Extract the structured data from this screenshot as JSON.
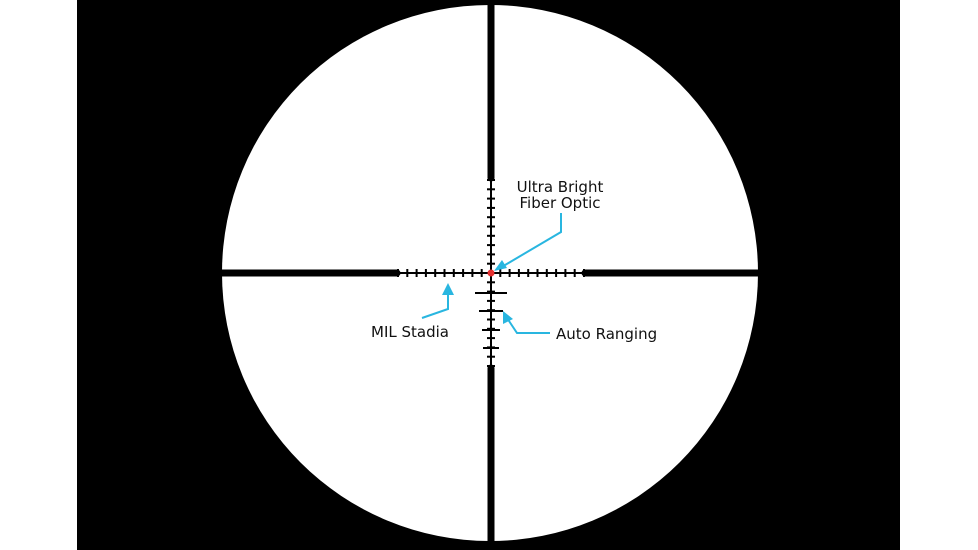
{
  "diagram": {
    "title": "Scope reticle",
    "labels": {
      "fiber_optic_line1": "Ultra Bright",
      "fiber_optic_line2": "Fiber Optic",
      "mil_stadia": "MIL Stadia",
      "auto_ranging": "Auto Ranging"
    },
    "colors": {
      "reticle": "#000000",
      "callout": "#29b6e0",
      "dot": "#e53030",
      "field": "#ffffff",
      "surround": "#000000"
    }
  }
}
